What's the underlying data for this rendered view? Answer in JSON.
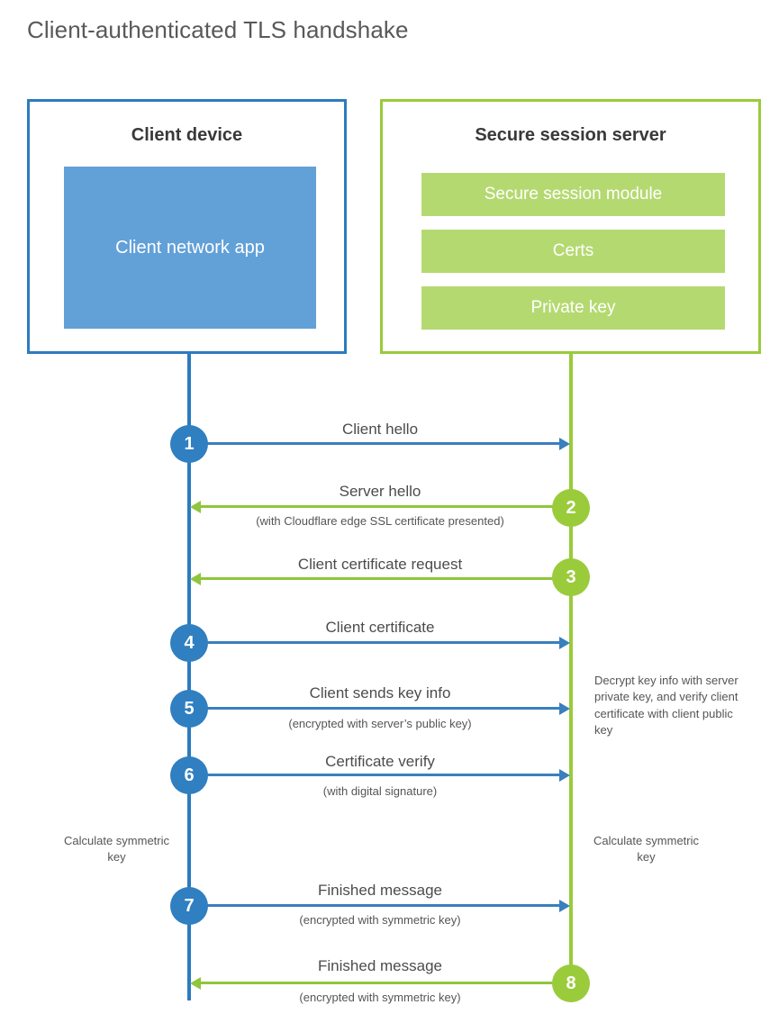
{
  "title": "Client-authenticated TLS handshake",
  "colors": {
    "client_border": "#2C7BBF",
    "client_fill": "#62A0D8",
    "server_border": "#9ACB3B",
    "server_fill": "#B5D971",
    "arrow_blue": "#3A7FBE",
    "arrow_green": "#8FC63D",
    "badge_blue": "#2F7FC1",
    "badge_green": "#9ACB3B",
    "text": "#4a4a4a"
  },
  "client_panel": {
    "title": "Client device",
    "app_label": "Client network app"
  },
  "server_panel": {
    "title": "Secure session server",
    "components": [
      {
        "label": "Secure session module"
      },
      {
        "label": "Certs"
      },
      {
        "label": "Private key"
      }
    ]
  },
  "steps": [
    {
      "number": "1",
      "direction": "client-to-server",
      "color": "blue",
      "label": "Client hello",
      "sub": ""
    },
    {
      "number": "2",
      "direction": "server-to-client",
      "color": "green",
      "label": "Server hello",
      "sub": "(with Cloudflare edge SSL certificate presented)"
    },
    {
      "number": "3",
      "direction": "server-to-client",
      "color": "green",
      "label": "Client certificate request",
      "sub": ""
    },
    {
      "number": "4",
      "direction": "client-to-server",
      "color": "blue",
      "label": "Client certificate",
      "sub": ""
    },
    {
      "number": "5",
      "direction": "client-to-server",
      "color": "blue",
      "label": "Client sends key info",
      "sub": "(encrypted with server’s public key)"
    },
    {
      "number": "6",
      "direction": "client-to-server",
      "color": "blue",
      "label": "Certificate verify",
      "sub": "(with digital signature)"
    },
    {
      "number": "7",
      "direction": "client-to-server",
      "color": "blue",
      "label": "Finished message",
      "sub": "(encrypted with symmetric key)"
    },
    {
      "number": "8",
      "direction": "server-to-client",
      "color": "green",
      "label": "Finished message",
      "sub": "(encrypted with symmetric key)"
    }
  ],
  "notes": {
    "server_decrypt": "Decrypt key info with server private key, and verify client certificate with client public key",
    "client_calc": "Calculate symmetric key",
    "server_calc": "Calculate symmetric key"
  }
}
